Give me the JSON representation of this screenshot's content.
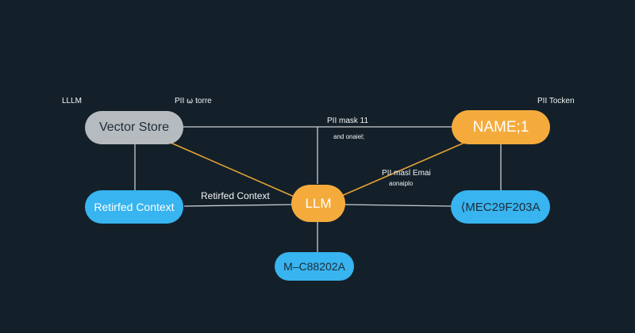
{
  "colors": {
    "background": "#132029",
    "edge_gray": "#c9ced3",
    "edge_orange": "#e5a236",
    "node_gray": "#b6bbbf",
    "node_blue": "#38b4f0",
    "node_orange": "#f5ab3c",
    "node_text_dark": "#1d2c38"
  },
  "labels": {
    "top_left": "LLLM",
    "pii_store": "PII ⍵ torre",
    "pii_token": "PII Tocken",
    "pii_mask_top": "PII mask 11",
    "pii_mask_top_sub": "and onaiel;",
    "pii_mask_right": "PII masl  Emai",
    "pii_mask_right_sub": "aonaiplo",
    "retrieved_edge": "Retirfed Context"
  },
  "nodes": {
    "vector_store": "Vector Store",
    "name_token": "NAME;1",
    "retrieved_context": "Retirfed Context",
    "llm": "LLM",
    "token_right": "⟨MEC29F203A",
    "token_bottom": "M–C88202A"
  }
}
